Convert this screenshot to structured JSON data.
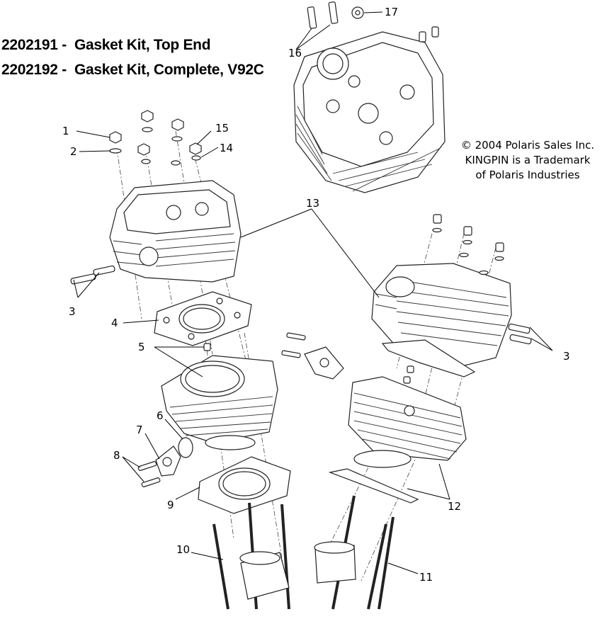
{
  "kits": [
    {
      "part_number": "2202191",
      "description": "Gasket Kit, Top End"
    },
    {
      "part_number": "2202192",
      "description": "Gasket Kit, Complete, V92C"
    }
  ],
  "copyright": {
    "line1": "© 2004 Polaris Sales Inc.",
    "line2": "KINGPIN is a Trademark",
    "line3": "of Polaris Industries"
  },
  "callouts": {
    "c1": "1",
    "c2": "2",
    "c3a": "3",
    "c3b": "3",
    "c4": "4",
    "c5": "5",
    "c6": "6",
    "c7": "7",
    "c8": "8",
    "c9": "9",
    "c10": "10",
    "c11": "11",
    "c12": "12",
    "c13": "13",
    "c14": "14",
    "c15": "15",
    "c16": "16",
    "c17": "17"
  },
  "icons": [
    "cylinder-head-icon",
    "cylinder-icon",
    "gasket-icon",
    "piston-icon",
    "pushrod-icon",
    "dowel-pin-icon",
    "bolt-icon",
    "nut-icon",
    "washer-icon"
  ]
}
